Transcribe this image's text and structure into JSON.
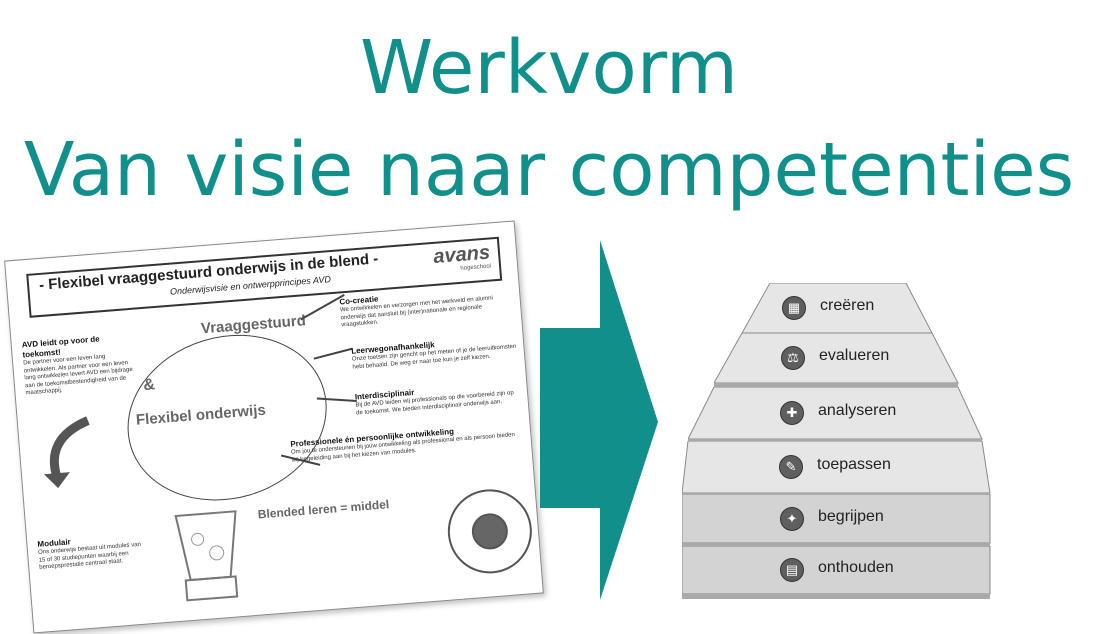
{
  "title": {
    "line1": "Werkvorm",
    "line2": "Van visie naar competenties"
  },
  "poster": {
    "title": "- Flexibel vraaggestuurd onderwijs in de blend -",
    "subtitle": "Onderwijsvisie en ontwerpprincipes AVD",
    "logo": "avans",
    "logo_sub": "hogeschool",
    "vraaggestuurd": "Vraaggestuurd",
    "amp": "&",
    "flexibel": "Flexibel onderwijs",
    "blended": "Blended leren = middel",
    "sections": {
      "avd": {
        "heading": "AVD leidt op voor de toekomst!",
        "text": "De partner voor een leven lang ontwikkelen. Als partner voor een leven lang ontwikkelen levert AVD een bijdrage aan de toekomstbestendigheid van de maatschappij."
      },
      "cocreatie": {
        "heading": "Co-creatie",
        "text": "We ontwikkelen en verzorgen met het werkveld en alumni onderwijs dat aansluit bij (inter)nationale en regionale vraagstukken."
      },
      "leerweg": {
        "heading": "Leerwegonafhankelijk",
        "text": "Onze toetsen zijn gericht op het meten of je de leeruitkomsten hebt behaald. De weg er naar toe kun je zelf kiezen."
      },
      "inter": {
        "heading": "Interdisciplinair",
        "text": "Bij de AVD leiden wij professionals op die voorbereid zijn op de toekomst. We bieden interdisciplinair onderwijs aan."
      },
      "prof": {
        "heading": "Professionele én persoonlijke ontwikkeling",
        "text": "Om jou te ondersteunen bij jouw ontwikkeling als professional en als persoon bieden wij begeleiding aan bij het kiezen van modules."
      },
      "modulair": {
        "heading": "Modulair",
        "text": "Ons onderwijs bestaat uit modules van 15 of 30 studiepunten waarbij een beroepsprestatie centraal staat."
      }
    }
  },
  "pyramid": {
    "levels": [
      {
        "label": "creëren",
        "icon": "create-icon"
      },
      {
        "label": "evalueren",
        "icon": "scale-icon"
      },
      {
        "label": "analyseren",
        "icon": "puzzle-icon"
      },
      {
        "label": "toepassen",
        "icon": "wrench-icon"
      },
      {
        "label": "begrijpen",
        "icon": "lightbulb-icon"
      },
      {
        "label": "onthouden",
        "icon": "book-icon"
      }
    ]
  },
  "colors": {
    "title": "#118f8a",
    "arrow": "#118f8a",
    "tier_light": "#e6e6e6",
    "tier_mid": "#d3d3d3",
    "tier_dark": "#a9a9a9"
  }
}
